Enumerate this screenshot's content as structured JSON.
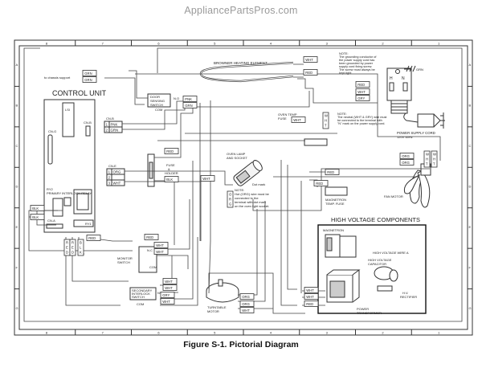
{
  "watermark": "AppliancePartsPros.com",
  "caption": "Figure S-1. Pictorial Diagram",
  "frame": {
    "top_ticks": [
      "8",
      "7",
      "6",
      "5",
      "4",
      "3",
      "2",
      "1"
    ],
    "bottom_ticks": [
      "8",
      "7",
      "6",
      "5",
      "4",
      "3",
      "2",
      "1"
    ],
    "side_ticks": [
      "A",
      "B",
      "C",
      "D",
      "E",
      "F",
      "G"
    ]
  },
  "control_unit": {
    "title": "CONTROL UNIT",
    "lsi": "LSI",
    "cn_g": "CN-G",
    "cn_b": "CN-B",
    "cn_b_pins": [
      "1",
      "2"
    ],
    "ry2_label": "RY2",
    "ry1_label": "RY1",
    "primary_relay": "PRIMARY INTERLOCK RELAY",
    "cn_a": "CN-A",
    "cn_a_pins": [
      "3",
      "1"
    ]
  },
  "connectors": {
    "cn_b_header": "CN-B",
    "cn_b_rows": [
      {
        "pin": "1",
        "wire": "PNK"
      },
      {
        "pin": "2",
        "wire": "GRN"
      }
    ],
    "cn_e_header": "CN-E",
    "cn_e_rows": [
      {
        "pin": "1",
        "wire": "ORG"
      },
      {
        "pin": "2",
        "wire": ""
      },
      {
        "pin": "3",
        "wire": "WHT"
      }
    ]
  },
  "labels": {
    "chassis": "to chassis support",
    "browner": "BROWNER HEATING ELEMENT",
    "door_switch": [
      "DOOR",
      "SENSING",
      "SWITCH"
    ],
    "no": "N.O",
    "com": "COM",
    "nc": "N.C",
    "oven_temp_fuse": [
      "OVEN TEMP",
      "FUSE"
    ],
    "fuse_holder": [
      "FUSE",
      "&",
      "HOLDER"
    ],
    "oven_lamp": [
      "OVEN LAMP",
      "AND SOCKET"
    ],
    "dot_mark": "Dot mark",
    "lamp_note": [
      "NOTE:",
      "Hot (ORG) wire must be",
      "connected to the",
      "terminal with dot mark",
      "on the oven light socket."
    ],
    "ground_note": [
      "NOTE:",
      "The grounding conductor of",
      "the power supply cord has",
      "been grounded by power",
      "supply cord fixing screw.",
      "The screw must always be",
      "kept tight."
    ],
    "neutral_note": [
      "NOTE:",
      "The neutral (WHT & GRY) wire must",
      "be connected to the terminal with",
      "\"N\" mark on the power supply cord."
    ],
    "h": "H",
    "n": "N",
    "power_cord": "POWER SUPPLY CORD",
    "power_rating": "120V 60Hz",
    "fan_motor": "FAN MOTOR",
    "mag_fuse": [
      "MAGNETRON",
      "TEMP. FUSE"
    ],
    "monitor_switch": [
      "MONITOR",
      "SWITCH"
    ],
    "secondary_switch": [
      "SECONDARY",
      "INTERLOCK",
      "SWITCH"
    ],
    "turntable": [
      "TURNTABLE",
      "MOTOR"
    ],
    "hv_title": "HIGH VOLTAGE COMPONENTS",
    "magnetron": "MAGNETRON",
    "hv_wire": "HIGH VOLTAGE WIRE A",
    "hv_cap": [
      "HIGH VOLTAGE",
      "CAPACITOR"
    ],
    "hv_rect": [
      "H.V.",
      "RECTIFIER"
    ],
    "transformer": [
      "POWER",
      "TRANSFORMER"
    ]
  },
  "wire_tags": {
    "grn1": "GRN",
    "grn2": "GRN",
    "pnk": "PNK",
    "grn_door": "GRN",
    "wht_browner": "WHT",
    "red_browner": "RED",
    "red_plug": "RED",
    "wht_plug": "WHT",
    "gry_plug": "GRY",
    "wht_oven_fuse": "WHT",
    "wht_vert": "W H T",
    "red_fuse": "RED",
    "blk_fuse": "BLK",
    "wht_lamp": "WHT",
    "org_vert": "O R G",
    "red_mag1": "RED",
    "red_mag2": "RED",
    "org_fan1": "ORG",
    "org_fan2": "ORG",
    "wht_fan1": "W H T",
    "wht_fan2": "W H T",
    "blk1": "BLK",
    "blk2": "BLK",
    "red_v1": "R E D",
    "red_v2": "R E D",
    "blk_v": "B L K",
    "red_relay": "RED",
    "red_mon": "RED",
    "wht_mon1": "WHT",
    "wht_mon2": "WHT",
    "wht_sec1": "WHT",
    "wht_sec2": "WHT",
    "gry_sec": "GRY",
    "wht_sec3": "WHT",
    "org_tt1": "ORG",
    "org_tt2": "ORG",
    "wht_tt": "WHT",
    "wht_tr1": "WHT",
    "wht_tr2": "WHT",
    "red_tr": "RED"
  }
}
